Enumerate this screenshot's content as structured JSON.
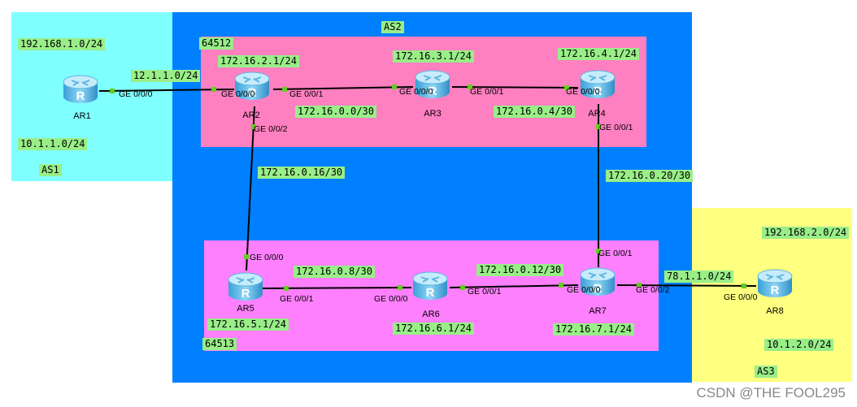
{
  "colors": {
    "as1": "#80ffff",
    "as2": "#0080ff",
    "as3": "#ffff80",
    "sub64512": "#ff80c0",
    "sub64513": "#ff80ff",
    "label_bg": "#99ee88",
    "port": "#66cc22",
    "link": "#000000"
  },
  "areas": {
    "as1": "AS1",
    "as2": "AS2",
    "as3": "AS3",
    "sub1": "64512",
    "sub2": "64513"
  },
  "routers": {
    "ar1": "AR1",
    "ar2": "AR2",
    "ar3": "AR3",
    "ar4": "AR4",
    "ar5": "AR5",
    "ar6": "AR6",
    "ar7": "AR7",
    "ar8": "AR8"
  },
  "nets": {
    "as1_a": "192.168.1.0/24",
    "as1_b": "10.1.1.0/24",
    "ar1_ar2": "12.1.1.0/24",
    "ar2_lo": "172.16.2.1/24",
    "ar3_lo": "172.16.3.1/24",
    "ar4_lo": "172.16.4.1/24",
    "ar2_ar3": "172.16.0.0/30",
    "ar3_ar4": "172.16.0.4/30",
    "ar2_ar5": "172.16.0.16/30",
    "ar4_ar7": "172.16.0.20/30",
    "ar5_ar6": "172.16.0.8/30",
    "ar6_ar7": "172.16.0.12/30",
    "ar5_lo": "172.16.5.1/24",
    "ar6_lo": "172.16.6.1/24",
    "ar7_lo": "172.16.7.1/24",
    "ar7_ar8": "78.1.1.0/24",
    "as3_a": "192.168.2.0/24",
    "as3_b": "10.1.2.0/24"
  },
  "ifaces": {
    "ar1_g000": "GE 0/0/0",
    "ar2_g000": "GE 0/0/0",
    "ar2_g001": "GE 0/0/1",
    "ar2_g002": "GE 0/0/2",
    "ar3_g000": "GE 0/0/0",
    "ar3_g001": "GE 0/0/1",
    "ar4_g000": "GE 0/0/0",
    "ar4_g001": "GE 0/0/1",
    "ar5_g000": "GE 0/0/0",
    "ar5_g001": "GE 0/0/1",
    "ar6_g000": "GE 0/0/0",
    "ar6_g001": "GE 0/0/1",
    "ar7_g001": "GE 0/0/1",
    "ar7_g000": "GE 0/0/0",
    "ar7_g002": "GE 0/0/2",
    "ar8_g000": "GE 0/0/0"
  },
  "watermark": "CSDN @THE FOOL295"
}
